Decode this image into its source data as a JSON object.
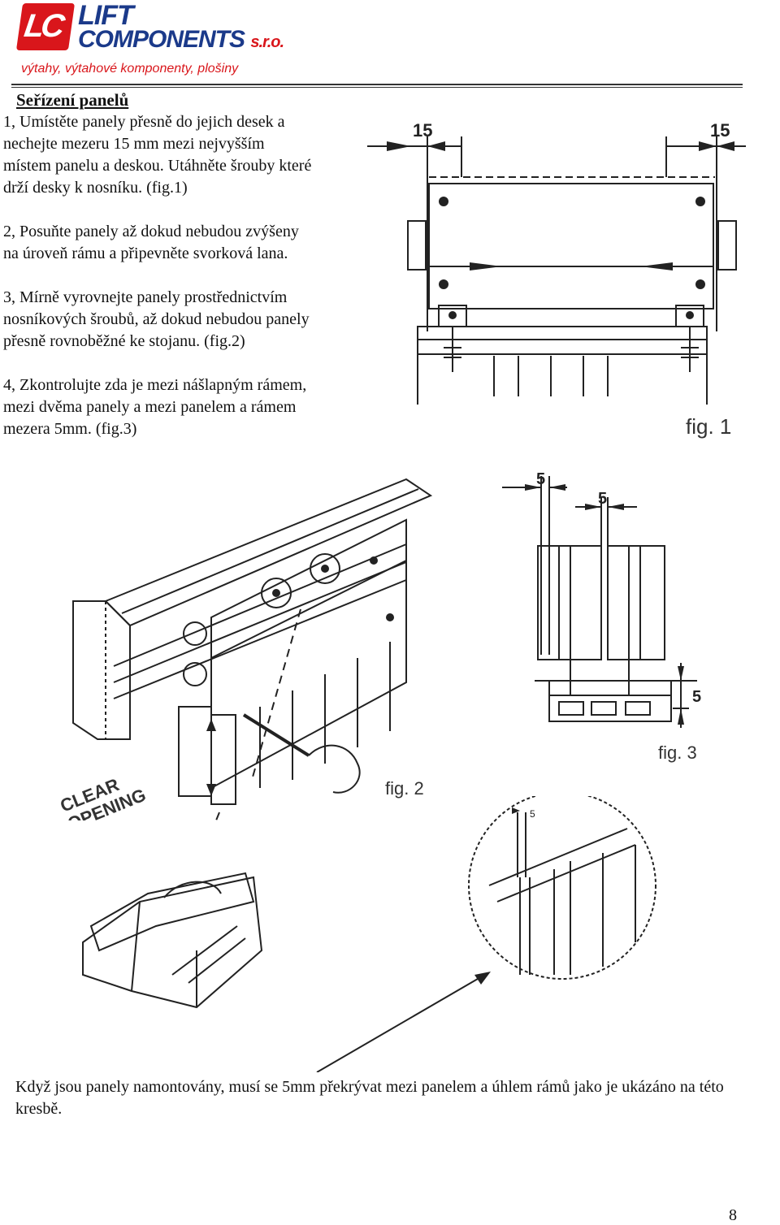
{
  "header": {
    "logo_mark": "LC",
    "logo_line1": "LIFT",
    "logo_line2": "COMPONENTS",
    "logo_suffix": "s.r.o.",
    "logo_tagline": "výtahy, výtahové komponenty, plošiny"
  },
  "section_title": "Seřízení panelů",
  "steps": [
    {
      "lines": [
        "1, Umístěte panely přesně do jejich desek a",
        "nechejte mezeru 15 mm mezi nejvyšším",
        "místem panelu a deskou. Utáhněte šrouby které",
        "drží desky k nosníku. (fig.1)"
      ]
    },
    {
      "lines": [
        "2, Posuňte panely až dokud nebudou zvýšeny",
        "na úroveň rámu a připevněte svorková lana."
      ]
    },
    {
      "lines": [
        "3, Mírně vyrovnejte panely prostřednictvím",
        "nosníkových šroubů, až dokud nebudou panely",
        "přesně rovnoběžné ke stojanu. (fig.2)"
      ]
    },
    {
      "lines": [
        "4, Zkontrolujte zda je mezi nášlapným rámem,",
        "mezi dvěma panely a mezi panelem a rámem",
        "mezera 5mm. (fig.3)"
      ]
    }
  ],
  "figures": {
    "fig1": {
      "label": "fig. 1",
      "dim_left": "15",
      "dim_right": "15"
    },
    "fig2": {
      "label": "fig. 2",
      "clear_opening_1": "CLEAR",
      "clear_opening_2": "OPENING"
    },
    "fig3": {
      "label": "fig. 3",
      "dim_top_a": "5",
      "dim_top_b": "5",
      "dim_side": "5"
    },
    "fig4": {
      "dim": "5"
    }
  },
  "caption": "Když jsou panely namontovány, musí se 5mm překrývat mezi panelem a úhlem rámů jako je ukázáno na této kresbě.",
  "page_number": "8"
}
